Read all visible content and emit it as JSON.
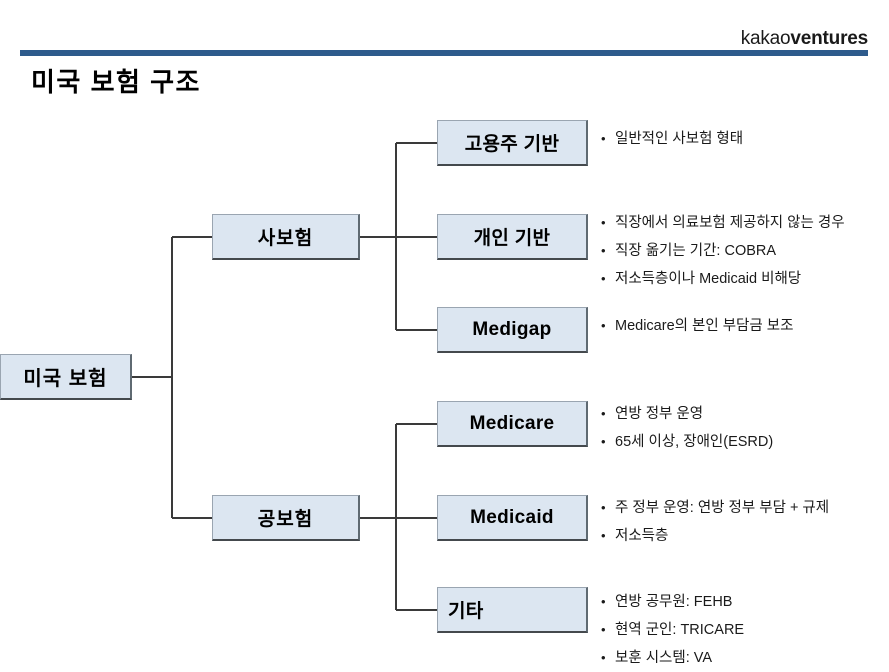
{
  "brand": {
    "logo_light": "kakao",
    "logo_bold": "ventures",
    "rule_color": "#2e5b8c"
  },
  "header": {
    "title": "미국 보험 구조"
  },
  "theme": {
    "node_fill": "#dce6f1",
    "node_border": "#9aa5b1",
    "connector": "#3a3a3a",
    "text": "#000000"
  },
  "diagram": {
    "type": "tree",
    "root": {
      "label": "미국 보험"
    },
    "branches": [
      {
        "label": "사보험",
        "children": [
          {
            "label": "고용주 기반",
            "bullets": [
              "일반적인 사보험 형태"
            ]
          },
          {
            "label": "개인 기반",
            "bullets": [
              "직장에서 의료보험 제공하지 않는 경우",
              "직장 옮기는 기간: COBRA",
              "저소득층이나 Medicaid 비해당"
            ]
          },
          {
            "label": "Medigap",
            "bullets": [
              "Medicare의 본인 부담금 보조"
            ]
          }
        ]
      },
      {
        "label": "공보험",
        "children": [
          {
            "label": "Medicare",
            "bullets": [
              "연방 정부 운영",
              "65세 이상, 장애인(ESRD)"
            ]
          },
          {
            "label": "Medicaid",
            "bullets": [
              "주 정부 운영: 연방 정부 부담 + 규제",
              "저소득층"
            ]
          },
          {
            "label": "기타",
            "bullets": [
              "연방 공무원: FEHB",
              "현역 군인: TRICARE",
              "보훈 시스템: VA"
            ]
          }
        ]
      }
    ]
  }
}
